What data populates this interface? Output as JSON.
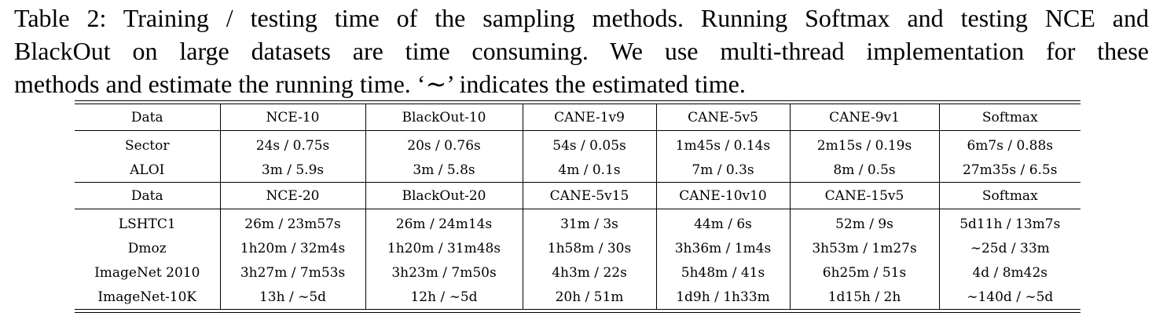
{
  "caption": {
    "line1": "Table 2: Training / testing time of the sampling methods. Running Softmax and testing NCE and",
    "line2": "BlackOut on large datasets are time consuming.  We use multi-thread implementation for these",
    "line3": "methods and estimate the running time. ‘∼’ indicates the estimated time."
  },
  "table": {
    "block1": {
      "header": [
        "Data",
        "NCE-10",
        "BlackOut-10",
        "CANE-1v9",
        "CANE-5v5",
        "CANE-9v1",
        "Softmax"
      ],
      "rows": [
        [
          "Sector",
          "24s / 0.75s",
          "20s / 0.76s",
          "54s / 0.05s",
          "1m45s / 0.14s",
          "2m15s / 0.19s",
          "6m7s / 0.88s"
        ],
        [
          "ALOI",
          "3m / 5.9s",
          "3m / 5.8s",
          "4m / 0.1s",
          "7m / 0.3s",
          "8m / 0.5s",
          "27m35s / 6.5s"
        ]
      ]
    },
    "block2": {
      "header": [
        "Data",
        "NCE-20",
        "BlackOut-20",
        "CANE-5v15",
        "CANE-10v10",
        "CANE-15v5",
        "Softmax"
      ],
      "rows": [
        [
          "LSHTC1",
          "26m / 23m57s",
          "26m / 24m14s",
          "31m / 3s",
          "44m / 6s",
          "52m / 9s",
          "5d11h / 13m7s"
        ],
        [
          "Dmoz",
          "1h20m / 32m4s",
          "1h20m / 31m48s",
          "1h58m / 30s",
          "3h36m / 1m4s",
          "3h53m / 1m27s",
          "∼25d / 33m"
        ],
        [
          "ImageNet 2010",
          "3h27m / 7m53s",
          "3h23m / 7m50s",
          "4h3m / 22s",
          "5h48m / 41s",
          "6h25m / 51s",
          "4d / 8m42s"
        ],
        [
          "ImageNet-10K",
          "13h / ∼5d",
          "12h / ∼5d",
          "20h / 51m",
          "1d9h / 1h33m",
          "1d15h / 2h",
          "∼140d / ∼5d"
        ]
      ]
    }
  }
}
